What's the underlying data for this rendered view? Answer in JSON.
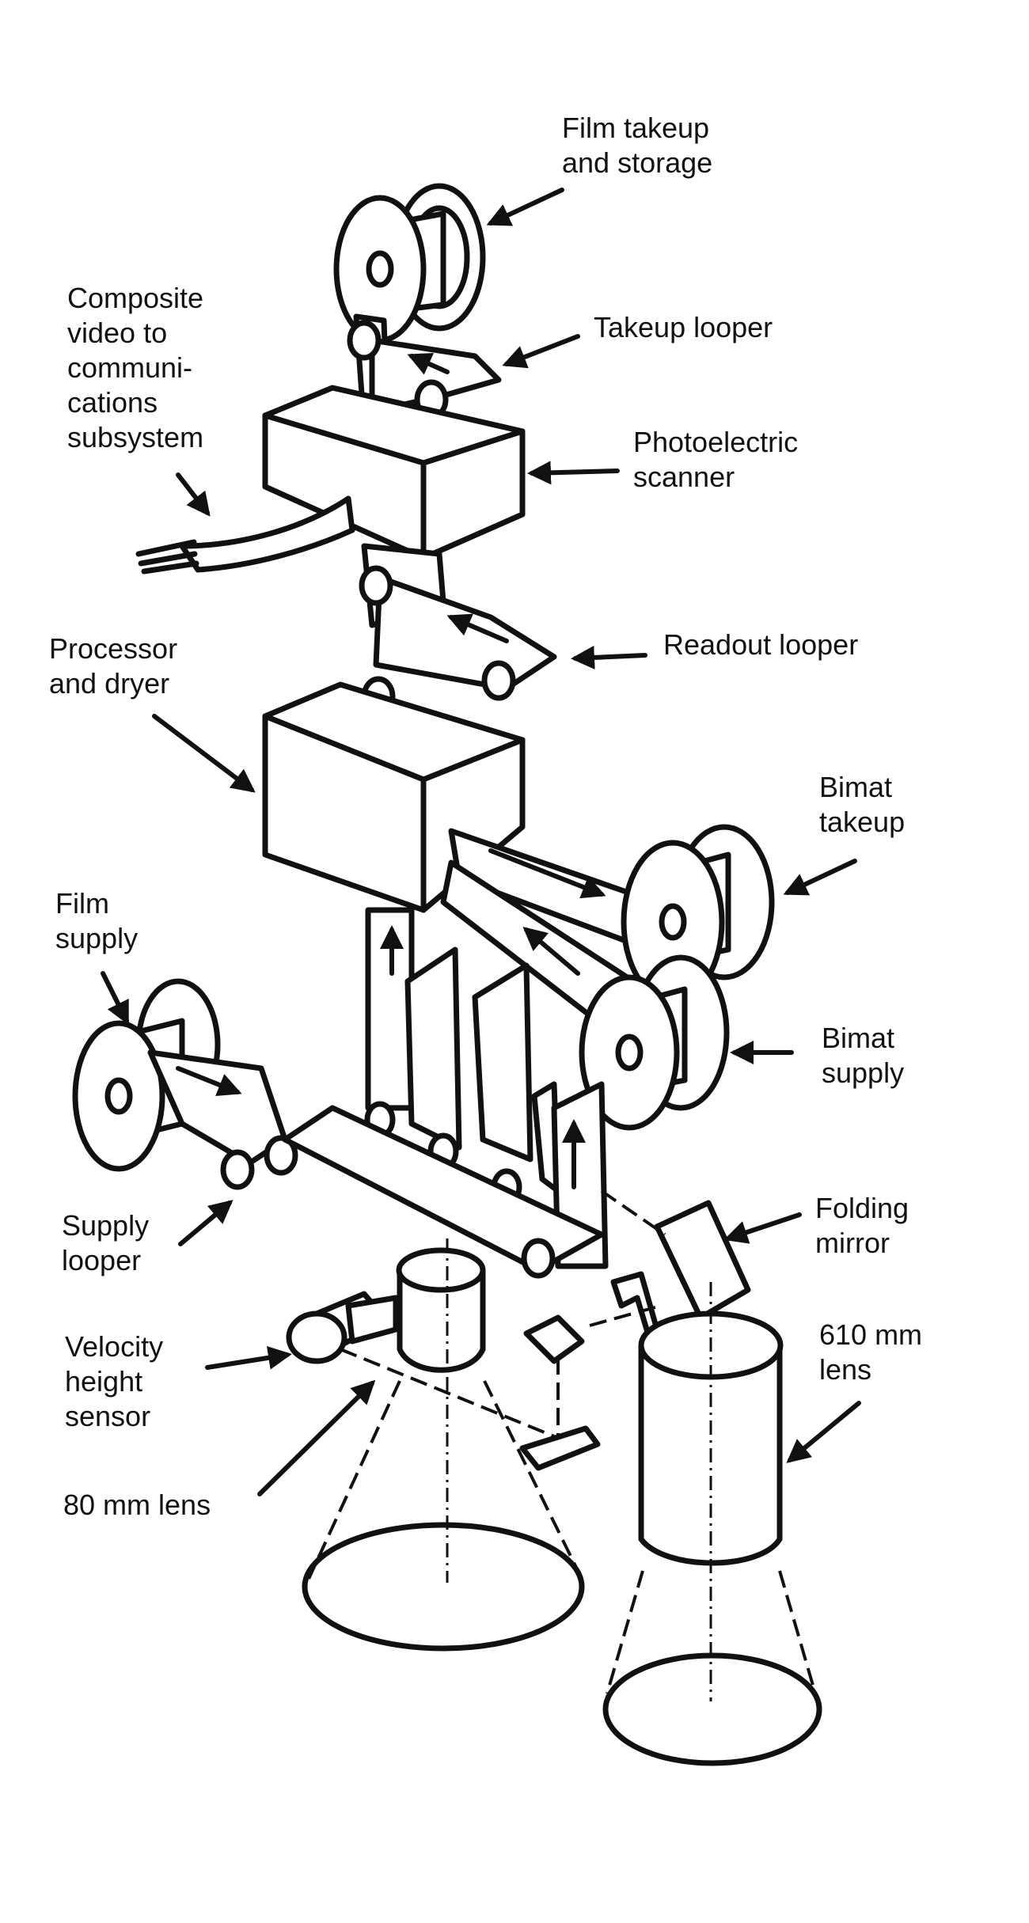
{
  "labels": {
    "film_takeup_storage": "Film takeup\nand storage",
    "takeup_looper": "Takeup looper",
    "composite_video": "Composite\nvideo to\ncommuni-\ncations\nsubsystem",
    "photoelectric_scanner": "Photoelectric\nscanner",
    "readout_looper": "Readout looper",
    "processor_dryer": "Processor\nand dryer",
    "bimat_takeup": "Bimat\ntakeup",
    "film_supply": "Film\nsupply",
    "bimat_supply": "Bimat\nsupply",
    "supply_looper": "Supply\nlooper",
    "folding_mirror": "Folding\nmirror",
    "velocity_height_sensor": "Velocity\nheight\nsensor",
    "lens_610": "610 mm\nlens",
    "lens_80": "80 mm lens"
  },
  "colors": {
    "ink": "#111111",
    "paper": "#ffffff"
  }
}
